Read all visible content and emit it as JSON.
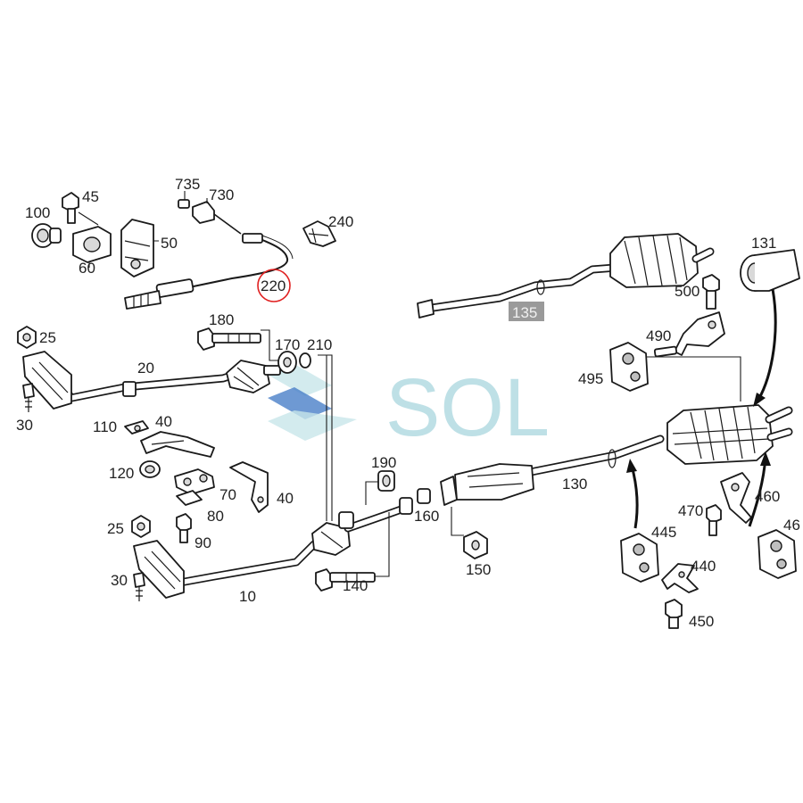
{
  "watermark": {
    "text": "SOL",
    "color": "#a9d6de",
    "accent": "#4a7fc8"
  },
  "highlight": {
    "label": "220",
    "color": "#e02020"
  },
  "parts": {
    "p10": "10",
    "p20": "20",
    "p25a": "25",
    "p25b": "25",
    "p30a": "30",
    "p30b": "30",
    "p40a": "40",
    "p40b": "40",
    "p45": "45",
    "p46": "46",
    "p50": "50",
    "p60": "60",
    "p70": "70",
    "p80": "80",
    "p90": "90",
    "p100": "100",
    "p110": "110",
    "p120": "120",
    "p130": "130",
    "p131": "131",
    "p135": "135",
    "p140": "140",
    "p150": "150",
    "p160": "160",
    "p170": "170",
    "p180": "180",
    "p190": "190",
    "p210": "210",
    "p240": "240",
    "p440": "440",
    "p445": "445",
    "p450": "450",
    "p460": "460",
    "p470": "470",
    "p490": "490",
    "p495": "495",
    "p500": "500",
    "p730": "730",
    "p735": "735"
  }
}
